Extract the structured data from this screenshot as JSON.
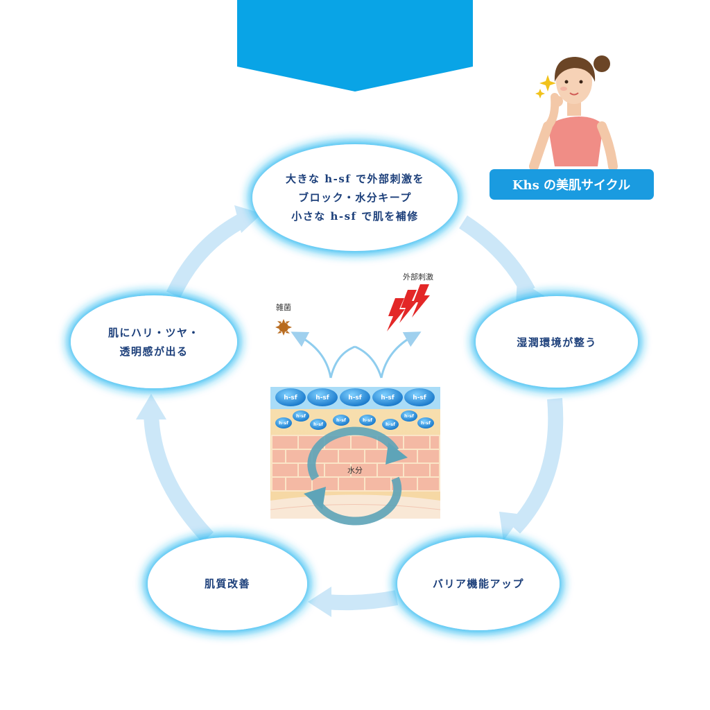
{
  "badge": {
    "title": "Khs の美肌サイクル"
  },
  "cycle": {
    "node1": {
      "line1": "大きな h-sf で外部刺激を",
      "line2": "ブロック・水分キープ",
      "line3": "小さな h-sf で肌を補修"
    },
    "node2": {
      "line1": "湿潤環境が整う"
    },
    "node3": {
      "line1": "バリア機能アップ"
    },
    "node4": {
      "line1": "肌質改善"
    },
    "node5": {
      "line1": "肌にハリ・ツヤ・",
      "line2": "透明感が出る"
    }
  },
  "skin": {
    "bacteria_label": "雑菌",
    "stimulus_label": "外部刺激",
    "moisture_label": "水分",
    "hsf_label": "h-sf"
  },
  "colors": {
    "banner": "#09a4e6",
    "badge": "#1a9be0",
    "node_text": "#1c3f7a",
    "arrow": "#cce7f8",
    "glow": "#2bb8f0"
  }
}
